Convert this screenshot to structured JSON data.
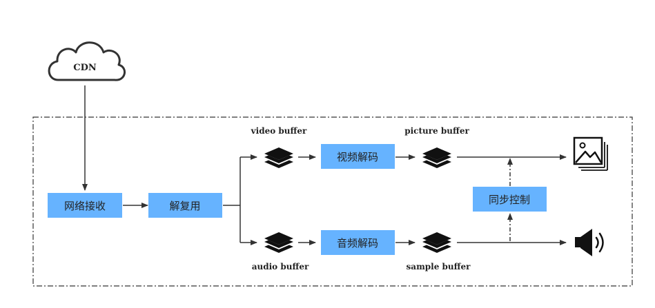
{
  "cdn": {
    "label": "CDN"
  },
  "process": {
    "receive": "网络接收",
    "demux": "解复用",
    "video_decode": "视频解码",
    "audio_decode": "音频解码",
    "sync": "同步控制"
  },
  "buffers": {
    "video": "video buffer",
    "picture": "picture buffer",
    "audio": "audio buffer",
    "sample": "sample buffer"
  },
  "icons": {
    "buffer": "layers-stack-icon",
    "display": "image-gallery-icon",
    "speaker": "speaker-icon"
  },
  "colors": {
    "box_fill": "#66b3ff",
    "line": "#333333",
    "text": "#222222"
  }
}
